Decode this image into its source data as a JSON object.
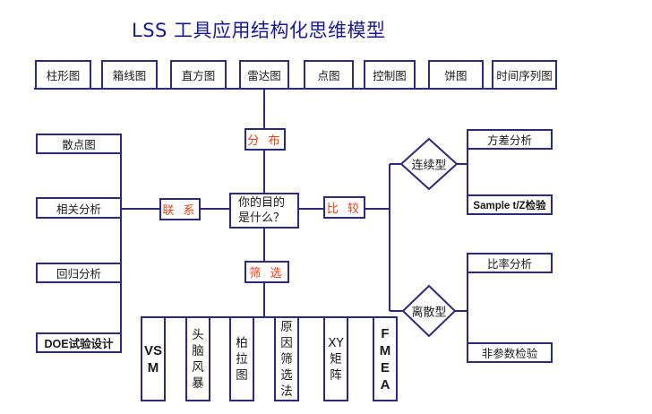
{
  "title": "LSS  工具应用结构化思维模型",
  "colors": {
    "line": "#2e2a7a",
    "title": "#1a1a8c",
    "category_text": "#e0441c",
    "text": "#1a1a1a"
  },
  "center_question": "你的目的是什么？",
  "categories": {
    "distribution": "分 布",
    "relation": "联 系",
    "comparison": "比 较",
    "screening": "筛 选"
  },
  "distribution_tools": [
    "柱形图",
    "箱线图",
    "直方图",
    "雷达图",
    "点图",
    "控制图",
    "饼图",
    "时间序列图"
  ],
  "relation_tools": [
    "散点图",
    "相关分析",
    "回归分析",
    "DOE试验设计"
  ],
  "screening_tools": [
    "VSM",
    "头脑风暴",
    "柏拉图",
    "原因筛选法",
    "XY矩阵",
    "FMEA"
  ],
  "comparison": {
    "continuous": {
      "label": "连续型",
      "tools": [
        "方差分析",
        "Sample t/Z检验"
      ]
    },
    "discrete": {
      "label": "离散型",
      "tools": [
        "比率分析",
        "非参数检验"
      ]
    }
  }
}
